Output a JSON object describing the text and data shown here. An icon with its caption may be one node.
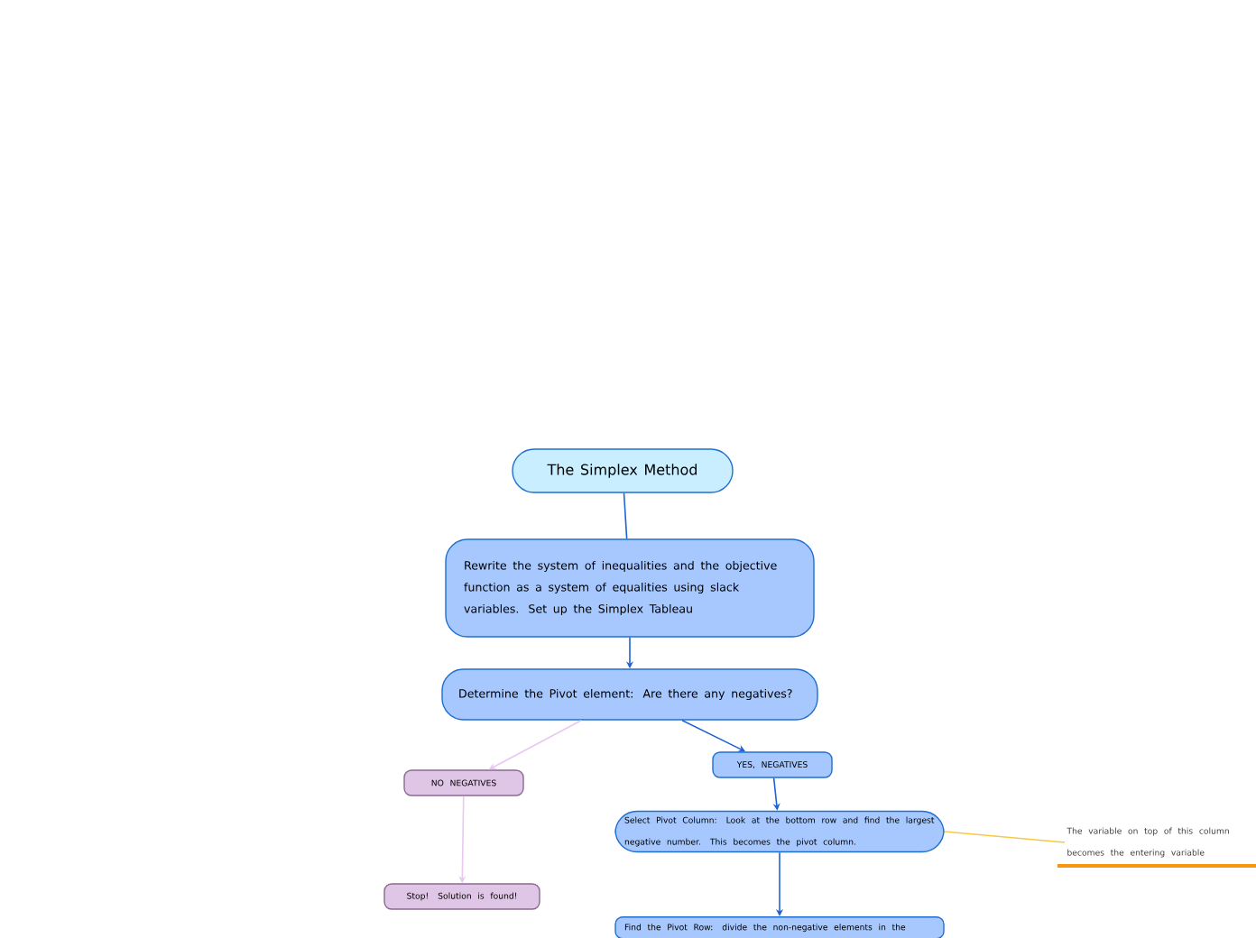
{
  "diagram": {
    "nodes": [
      {
        "text": [
          "The Simplex Method"
        ]
      },
      {
        "text": [
          "Rewrite the system of inequalities and the objective function as a system of equalities using slack variables. Set up the Simplex Tableau"
        ]
      },
      {
        "text": [
          "Determine the Pivot element: Are there any negatives?"
        ]
      },
      {
        "text": [
          "NO NEGATIVES"
        ]
      },
      {
        "text": [
          "YES, NEGATIVES"
        ]
      },
      {
        "text": [
          "Stop! Solution is found!"
        ]
      },
      {
        "text": [
          "Select Pivot Column: Look at the bottom row and find the largest negative number. This becomes the pivot column."
        ]
      },
      {
        "text": [
          "Find the Pivot Row: divide the non-negative elements in the"
        ]
      },
      {
        "text": [
          "The variable on top of this column becomes the entering variable"
        ]
      }
    ],
    "edges": [
      {
        "from": 0,
        "to": 1,
        "arrow": "none"
      },
      {
        "from": 1,
        "to": 2,
        "arrow": "to"
      },
      {
        "from": 2,
        "to": 3,
        "arrow": "to",
        "color": "#e8c8f0"
      },
      {
        "from": 2,
        "to": 4,
        "arrow": "to"
      },
      {
        "from": 3,
        "to": 5,
        "arrow": "to",
        "color": "#e8c8f0"
      },
      {
        "from": 4,
        "to": 6,
        "arrow": "to"
      },
      {
        "from": 6,
        "to": 7,
        "arrow": "to"
      },
      {
        "from": 6,
        "to": 8,
        "arrow": "none",
        "color": "#f7c948"
      }
    ]
  }
}
